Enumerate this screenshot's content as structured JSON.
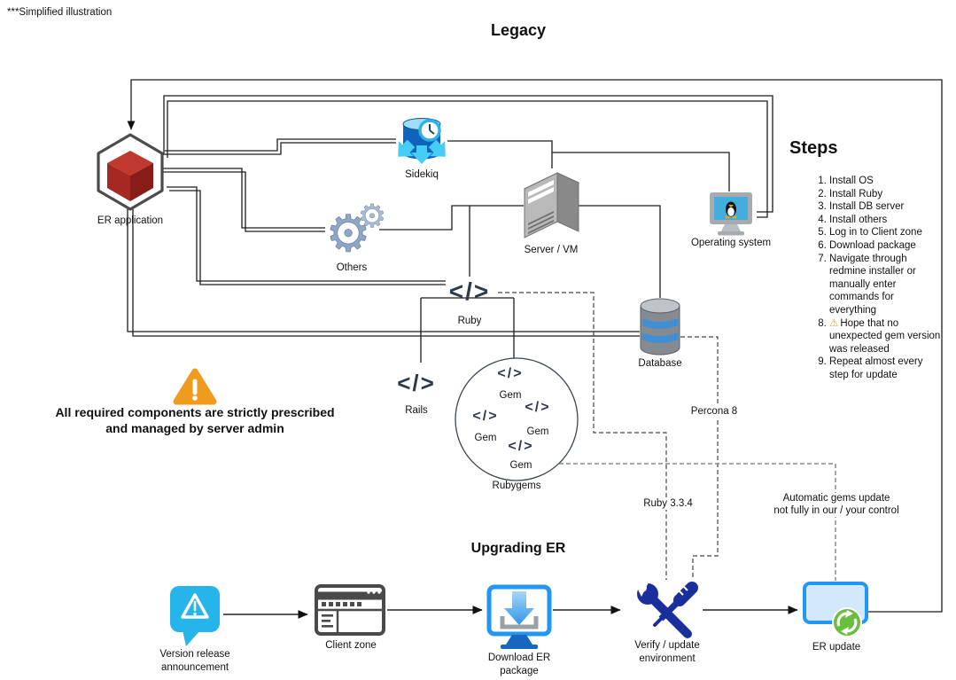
{
  "note": "***Simplified illustration",
  "glyphs": {
    "code": "</>",
    "gear": "⚙",
    "warn": "⚠"
  },
  "colors": {
    "warning_orange": "#ef9b1d",
    "announce_cyan": "#25b5ea",
    "download_blue": "#2196f3",
    "verify_navy": "#1b2f9c",
    "update_green": "#6abe3e",
    "er_cube_red": "#a62823",
    "sidekiq_blue": "#1063bd"
  },
  "legacy": {
    "title": "Legacy",
    "nodes": {
      "er_app": "ER application",
      "sidekiq": "Sidekiq",
      "others": "Others",
      "server": "Server / VM",
      "os": "Operating system",
      "ruby": "Ruby",
      "rails": "Rails",
      "database": "Database",
      "rubygems": "Rubygems",
      "gem": "Gem"
    },
    "warning": {
      "line1": "All required components are strictly prescribed",
      "line2": "and managed by server admin"
    },
    "dashed_labels": {
      "percona": "Percona 8",
      "ruby_version": "Ruby 3.3.4",
      "auto_gems_line1": "Automatic gems update",
      "auto_gems_line2": "not fully in our / your control"
    }
  },
  "steps": {
    "title": "Steps",
    "warn_glyph": "⚠",
    "items": [
      "Install OS",
      "Install Ruby",
      "Install DB server",
      "Install others",
      "Log in to Client zone",
      "Download package",
      "Navigate through redmine installer or manually enter commands for everything",
      "Hope that no unexpected gem version was released",
      "Repeat almost every step for update"
    ]
  },
  "upgrade": {
    "title": "Upgrading ER",
    "flow": [
      {
        "line1": "Version release",
        "line2": "announcement"
      },
      {
        "line1": "Client zone",
        "line2": ""
      },
      {
        "line1": "Download ER",
        "line2": "package"
      },
      {
        "line1": "Verify / update",
        "line2": "environment"
      },
      {
        "line1": "ER update",
        "line2": ""
      }
    ]
  }
}
